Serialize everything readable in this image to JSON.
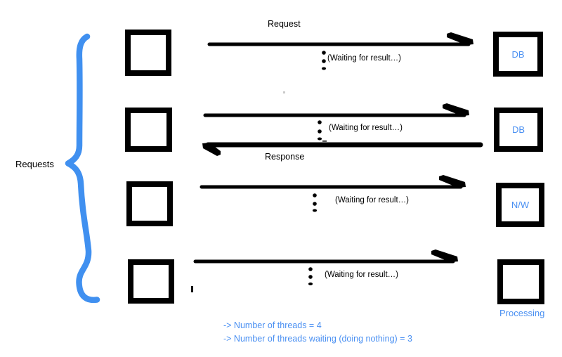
{
  "title_labels": {
    "request": "Request",
    "response": "Response",
    "requests": "Requests",
    "processing": "Processing"
  },
  "rows": [
    {
      "waiting": "(Waiting for result…)",
      "right_label": "DB"
    },
    {
      "waiting": "(Waiting for result…)",
      "right_label": "DB"
    },
    {
      "waiting": "(Waiting for result…)",
      "right_label": "N/W"
    },
    {
      "waiting": "(Waiting for result…)",
      "right_label": ""
    }
  ],
  "notes": [
    "-> Number of threads = 4",
    "-> Number of threads waiting (doing nothing) = 3"
  ],
  "colors": {
    "accent-blue": "#4a90f2",
    "brace-blue": "#4090f0",
    "ink": "#000000"
  }
}
